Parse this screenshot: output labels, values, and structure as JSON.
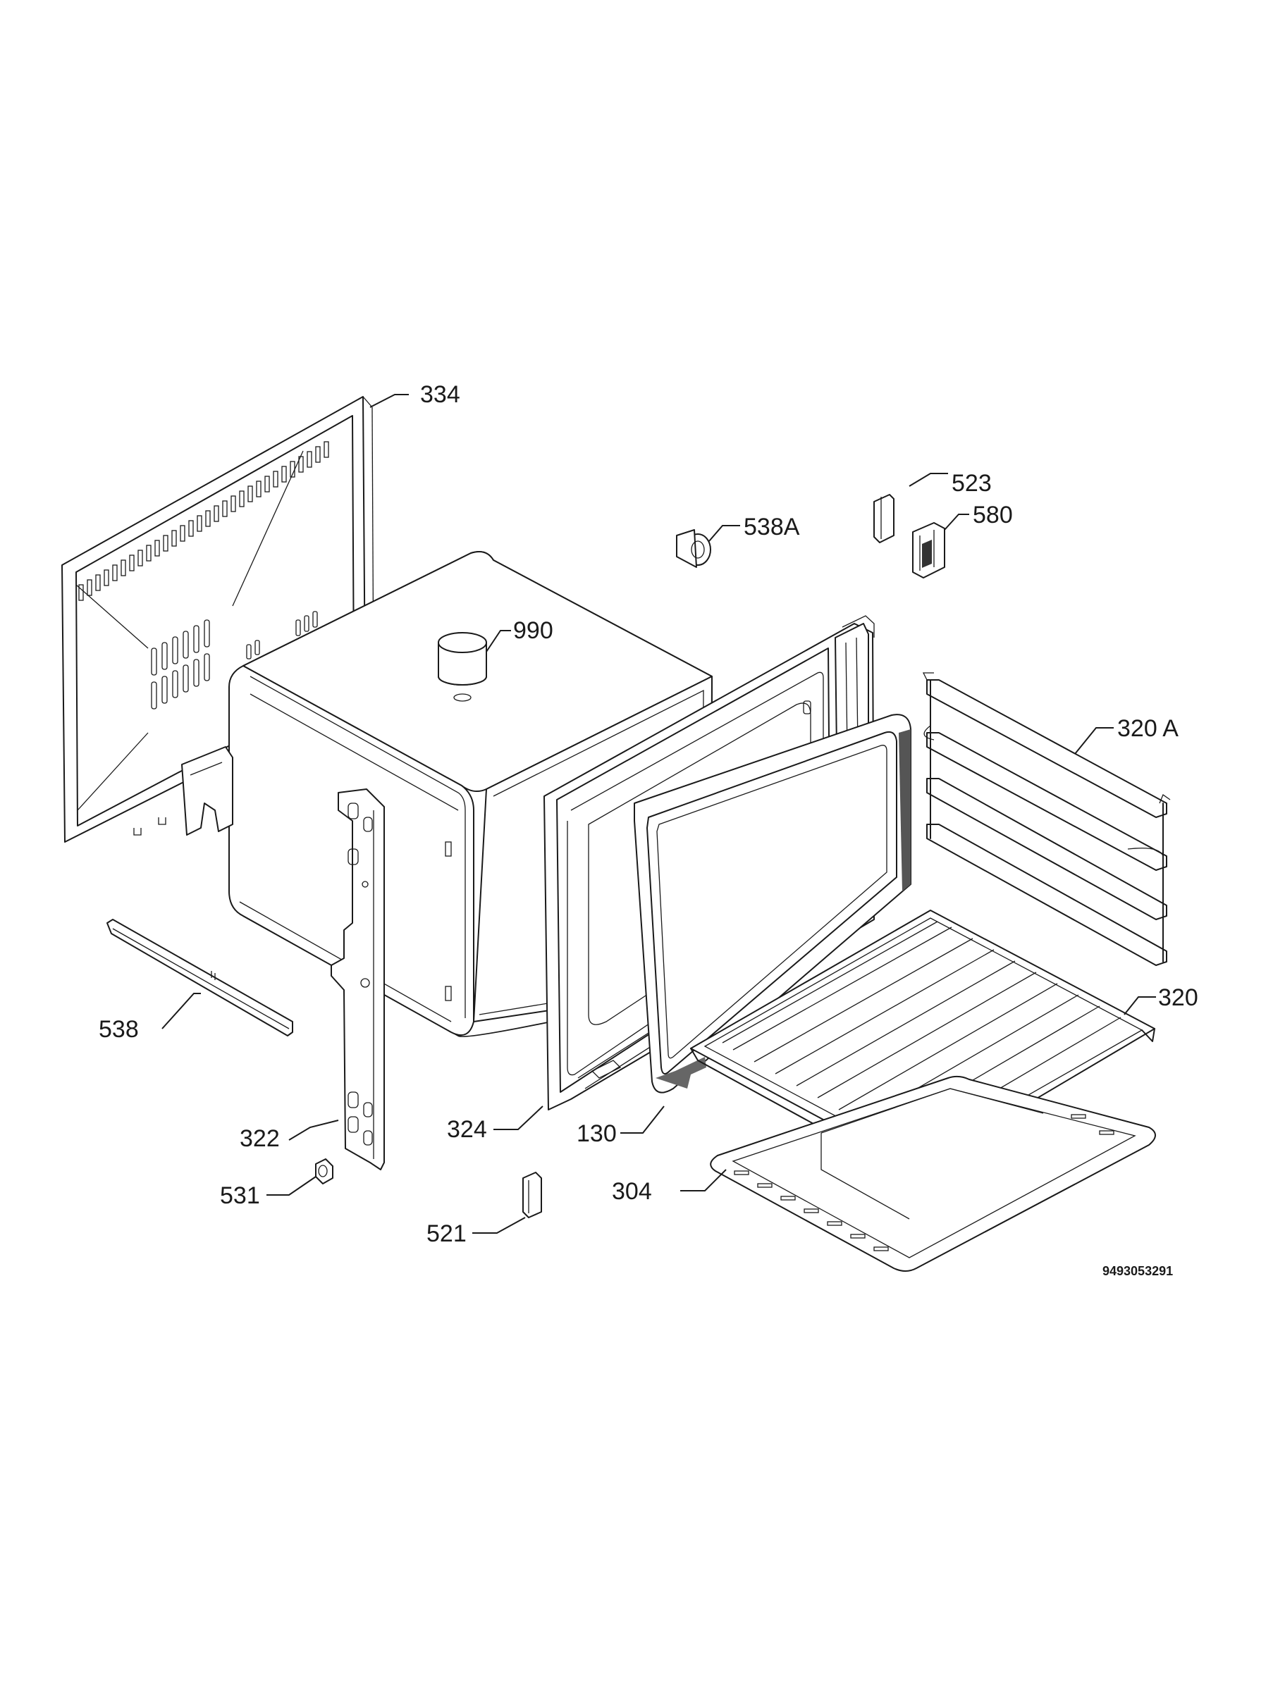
{
  "labels": {
    "l334": "334",
    "l523": "523",
    "l538a": "538A",
    "l580": "580",
    "l990": "990",
    "l320a": "320 A",
    "l538": "538",
    "l320": "320",
    "l322": "322",
    "l324": "324",
    "l130": "130",
    "l304": "304",
    "l531": "531",
    "l521": "521"
  },
  "document_number": "9493053291"
}
